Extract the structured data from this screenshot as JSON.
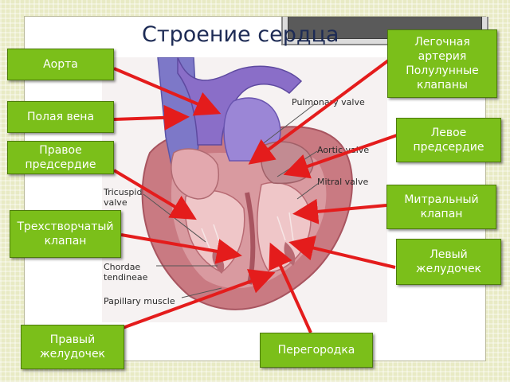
{
  "title": "Строение сердца",
  "labels": {
    "aorta": "Аорта",
    "vena_cava": "Полая вена",
    "right_atrium": "Правое предсердие",
    "tricuspid_valve": "Трехстворчатый клапан",
    "right_ventricle": "Правый желудочек",
    "septum": "Перегородка",
    "left_ventricle": "Левый желудочек",
    "mitral_valve": "Митральный клапан",
    "left_atrium": "Левое предсердие",
    "pulmonary_artery": "Легочная артерия Полулунные клапаны"
  },
  "image_labels": {
    "pulmonary_valve": "Pulmonary valve",
    "aortic_valve": "Aortic valve",
    "mitral_valve": "Mitral valve",
    "tricuspid_valve": "Tricuspid\nvalve",
    "chordae_tendineae": "Chordae\ntendineae",
    "papillary_muscle": "Papillary muscle"
  },
  "colors": {
    "label_fill": "#7bbf1a",
    "arrow": "#e41c1c",
    "title": "#1d2b55"
  }
}
